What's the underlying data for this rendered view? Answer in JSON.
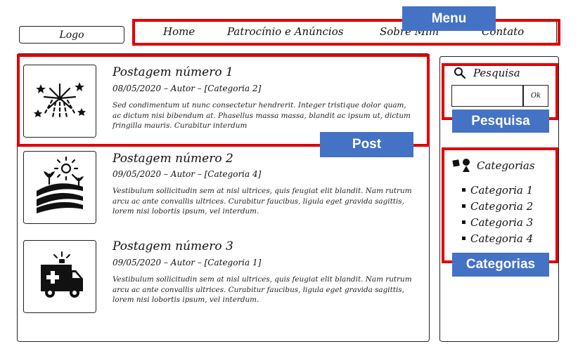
{
  "header": {
    "logo": "Logo",
    "menu": [
      "Home",
      "Patrocínio e Anúncios",
      "Sobre Mim",
      "Contato"
    ]
  },
  "posts": [
    {
      "icon": "fireworks-icon",
      "title": "Postagem número 1",
      "meta": "08/05/2020 – Autor – [Categoria 2]",
      "body": "Sed condimentum ut nunc consectetur hendrerit. Integer tristique dolor quam, ac dictum nisi bibendum at. Phasellus massa massa, blandit ac ipsum ut, dictum fringilla mauris. Curabitur interdum"
    },
    {
      "icon": "farm-field-icon",
      "title": "Postagem número 2",
      "meta": "09/05/2020 – Autor – [Categoria 4]",
      "body": "Vestibulum sollicitudin sem at nisl ultrices, quis feugiat elit blandit. Nam rutrum arcu ac ante convallis ultrices. Curabitur faucibus, ligula eget gravida sagittis, lorem nisi lobortis ipsum, vel interdum."
    },
    {
      "icon": "ambulance-icon",
      "title": "Postagem número 3",
      "meta": "09/05/2020 – Autor – [Categoria 1]",
      "body": "Vestibulum sollicitudin sem at nisl ultrices, quis feugiat elit blandit. Nam rutrum arcu ac ante convallis ultrices. Curabitur faucibus, ligula eget gravida sagittis, lorem nisi lobortis ipsum, vel interdum."
    }
  ],
  "search": {
    "label": "Pesquisa",
    "value": "",
    "button": "Ok"
  },
  "categories": {
    "title": "Categorias",
    "items": [
      "Categoria 1",
      "Categoria 2",
      "Categoria 3",
      "Categoria 4"
    ]
  },
  "annotations": {
    "menu": "Menu",
    "post": "Post",
    "search": "Pesquisa",
    "categories": "Categorias"
  },
  "colors": {
    "highlight": "#e00000",
    "tag": "#4472c4"
  }
}
